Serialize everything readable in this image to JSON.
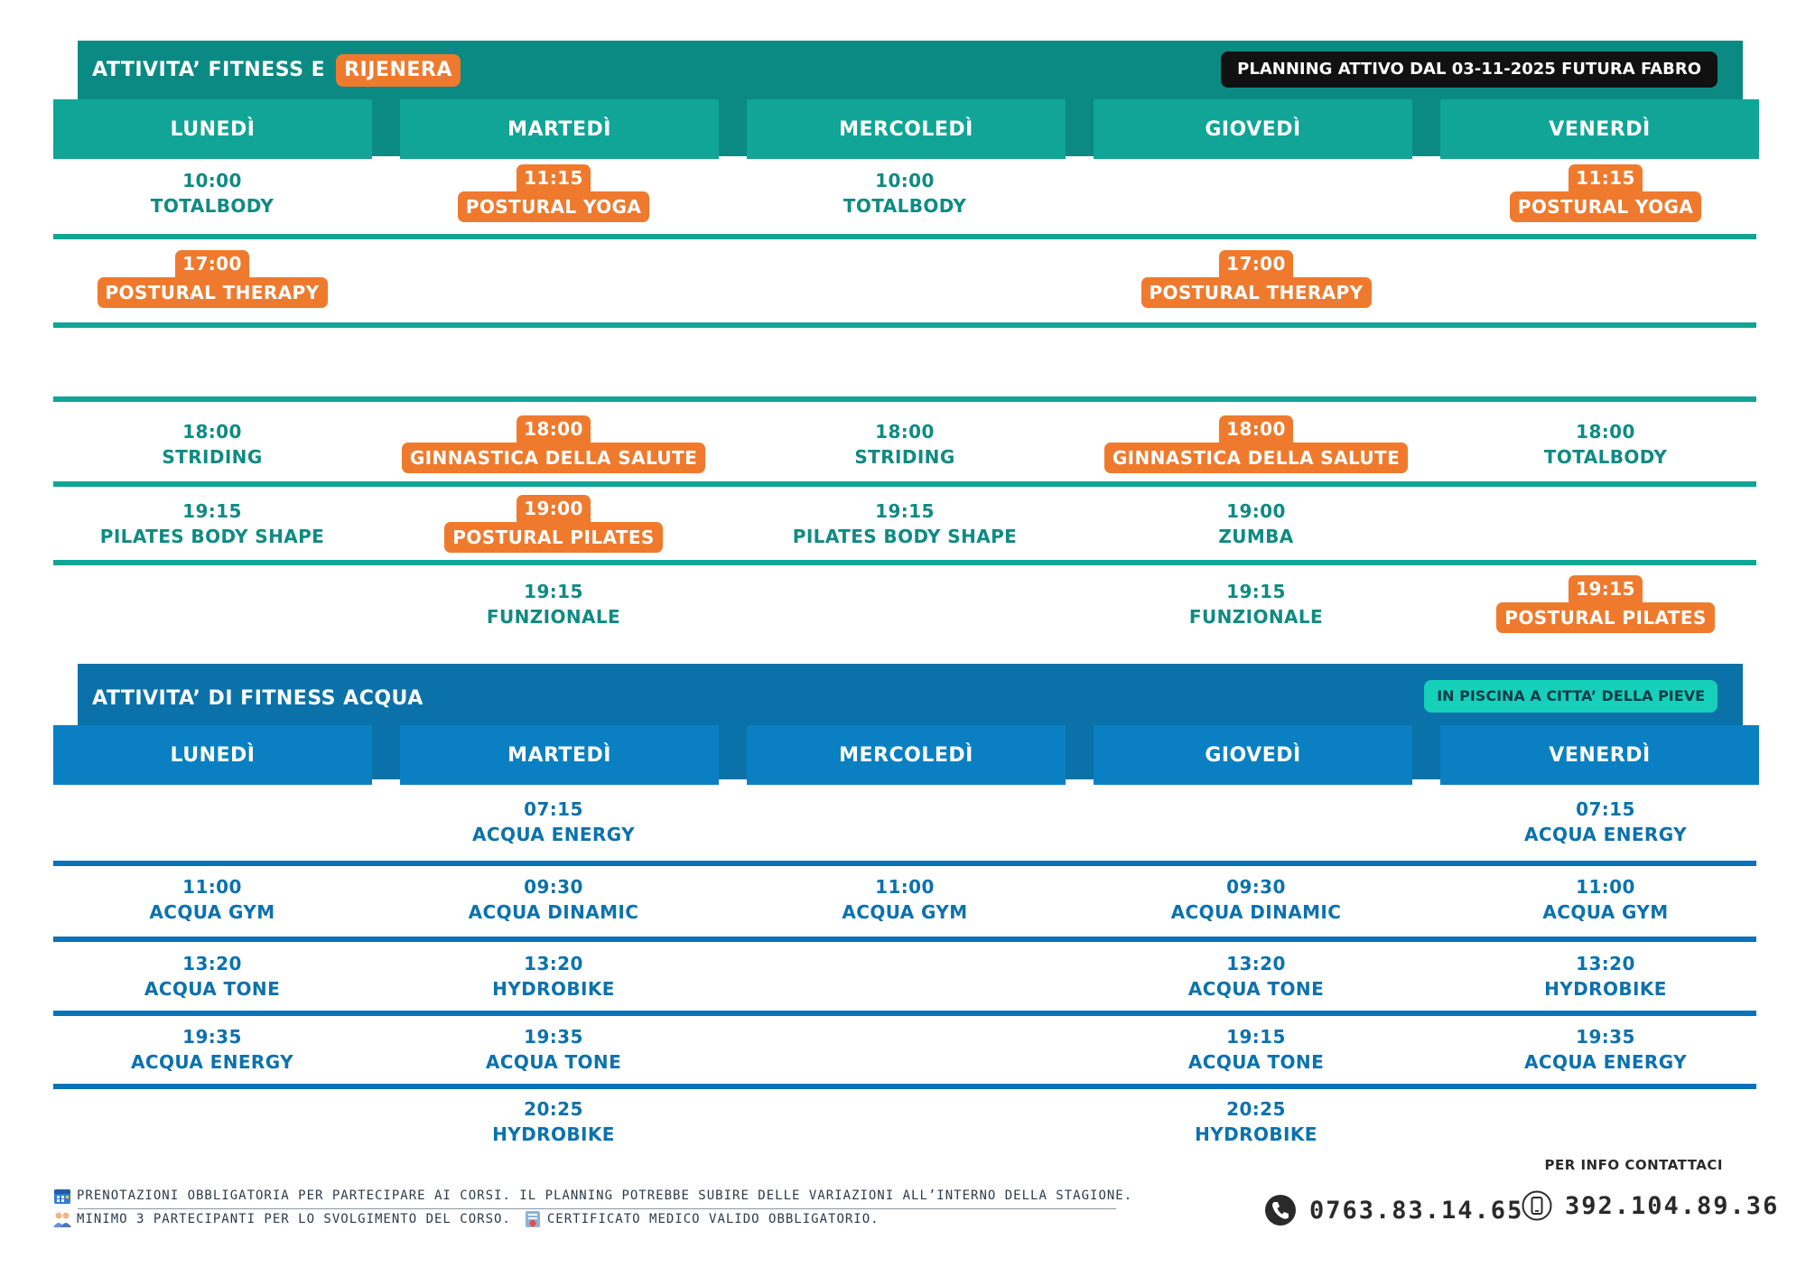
{
  "fitness": {
    "title": "ATTIVITA’  FITNESS E",
    "highlight": "RIJENERA",
    "badge": "PLANNING ATTIVO DAL 03-11-2025 FUTURA FABRO",
    "days": [
      "LUNEDÌ",
      "MARTEDÌ",
      "MERCOLEDÌ",
      "GIOVEDÌ",
      "VENERDÌ"
    ],
    "rows": [
      [
        {
          "time": "10:00",
          "name": "TOTALBODY",
          "orange": false
        },
        {
          "time": "11:15",
          "name": "POSTURAL YOGA",
          "orange": true
        },
        {
          "time": "10:00",
          "name": "TOTALBODY",
          "orange": false
        },
        null,
        {
          "time": "11:15",
          "name": "POSTURAL YOGA",
          "orange": true
        }
      ],
      [
        {
          "time": "17:00",
          "name": "POSTURAL THERAPY",
          "orange": true
        },
        null,
        null,
        {
          "time": "17:00",
          "name": "POSTURAL THERAPY",
          "orange": true
        },
        null
      ],
      [
        null,
        null,
        null,
        null,
        null
      ],
      [
        {
          "time": "18:00",
          "name": "STRIDING",
          "orange": false
        },
        {
          "time": "18:00",
          "name": "GINNASTICA DELLA SALUTE",
          "orange": true
        },
        {
          "time": "18:00",
          "name": "STRIDING",
          "orange": false
        },
        {
          "time": "18:00",
          "name": "GINNASTICA DELLA SALUTE",
          "orange": true
        },
        {
          "time": "18:00",
          "name": "TOTALBODY",
          "orange": false
        }
      ],
      [
        {
          "time": "19:15",
          "name": "PILATES BODY SHAPE",
          "orange": false
        },
        {
          "time": "19:00",
          "name": "POSTURAL PILATES",
          "orange": true
        },
        {
          "time": "19:15",
          "name": "PILATES BODY SHAPE",
          "orange": false
        },
        {
          "time": "19:00",
          "name": "ZUMBA",
          "orange": false
        },
        null
      ],
      [
        null,
        {
          "time": "19:15",
          "name": "FUNZIONALE",
          "orange": false
        },
        null,
        {
          "time": "19:15",
          "name": "FUNZIONALE",
          "orange": false
        },
        {
          "time": "19:15",
          "name": "POSTURAL PILATES",
          "orange": true
        }
      ]
    ]
  },
  "aqua": {
    "title": "ATTIVITA’ DI FITNESS ACQUA",
    "badge": "IN PISCINA A CITTA’ DELLA PIEVE",
    "days": [
      "LUNEDÌ",
      "MARTEDÌ",
      "MERCOLEDÌ",
      "GIOVEDÌ",
      "VENERDÌ"
    ],
    "rows": [
      [
        null,
        {
          "time": "07:15",
          "name": "ACQUA ENERGY"
        },
        null,
        null,
        {
          "time": "07:15",
          "name": "ACQUA ENERGY"
        }
      ],
      [
        {
          "time": "11:00",
          "name": "ACQUA GYM"
        },
        {
          "time": "09:30",
          "name": "ACQUA DINAMIC"
        },
        {
          "time": "11:00",
          "name": "ACQUA GYM"
        },
        {
          "time": "09:30",
          "name": "ACQUA DINAMIC"
        },
        {
          "time": "11:00",
          "name": "ACQUA GYM"
        }
      ],
      [
        {
          "time": "13:20",
          "name": "ACQUA TONE"
        },
        {
          "time": "13:20",
          "name": "HYDROBIKE"
        },
        null,
        {
          "time": "13:20",
          "name": "ACQUA TONE"
        },
        {
          "time": "13:20",
          "name": "HYDROBIKE"
        }
      ],
      [
        {
          "time": "19:35",
          "name": "ACQUA ENERGY"
        },
        {
          "time": "19:35",
          "name": "ACQUA TONE"
        },
        null,
        {
          "time": "19:15",
          "name": "ACQUA TONE"
        },
        {
          "time": "19:35",
          "name": "ACQUA ENERGY"
        }
      ],
      [
        null,
        {
          "time": "20:25",
          "name": "HYDROBIKE"
        },
        null,
        {
          "time": "20:25",
          "name": "HYDROBIKE"
        },
        null
      ]
    ]
  },
  "footer": {
    "note1": "PRENOTAZIONI OBBLIGATORIA PER PARTECIPARE AI CORSI. IL PLANNING POTREBBE SUBIRE DELLE VARIAZIONI ALL’INTERNO DELLA STAGIONE.",
    "note2": "MINIMO 3 PARTECIPANTI PER LO SVOLGIMENTO DEL CORSO.",
    "note3": "CERTIFICATO MEDICO VALIDO OBBLIGATORIO.",
    "info_label": "PER INFO CONTATTACI",
    "phone": "0763.83.14.65",
    "mobile": "392.104.89.36",
    "icons": {
      "calendar": "calendar-icon",
      "people": "people-icon",
      "medical": "medical-certificate-icon",
      "phone": "phone-icon",
      "mobile": "mobile-phone-icon"
    }
  }
}
